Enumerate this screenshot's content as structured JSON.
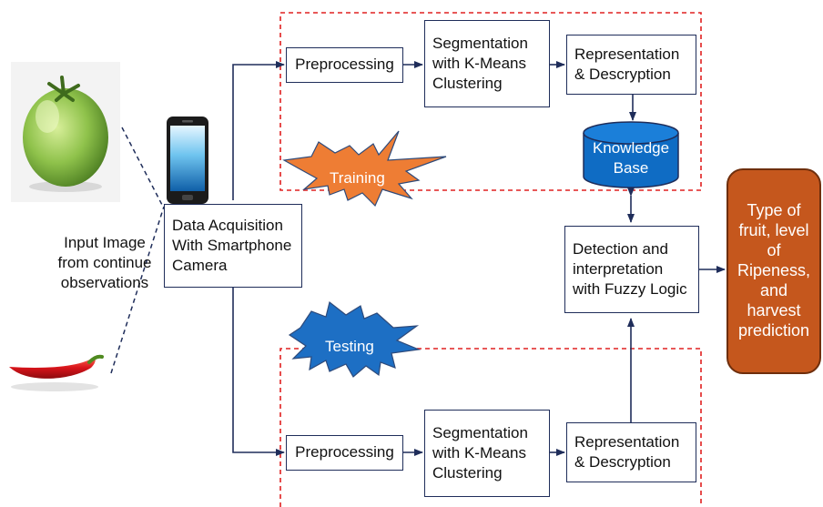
{
  "input_caption": [
    "Input Image",
    "from continue",
    "observations"
  ],
  "acquisition": [
    "Data Acquisition",
    "With Smartphone",
    "Camera"
  ],
  "training": {
    "burst_label": "Training",
    "preprocessing": "Preprocessing",
    "segmentation": [
      "Segmentation",
      "with K-Means",
      "Clustering"
    ],
    "representation": [
      "Representation",
      "& Descryption"
    ]
  },
  "knowledge_base": [
    "Knowledge",
    "Base"
  ],
  "detection": [
    "Detection and",
    "interpretation",
    "with Fuzzy Logic"
  ],
  "output": [
    "Type of",
    "fruit, level",
    "of",
    "Ripeness,",
    "and",
    "harvest",
    "prediction"
  ],
  "testing": {
    "burst_label": "Testing",
    "preprocessing": "Preprocessing",
    "segmentation": [
      "Segmentation",
      "with K-Means",
      "Clustering"
    ],
    "representation": [
      "Representation",
      "& Descryption"
    ]
  },
  "colors": {
    "line": "#1f2d5a",
    "dashed_frame": "#e02020",
    "training_burst": "#ee7d34",
    "testing_burst": "#1d6fc4",
    "knowledge_base": "#0f6cc4",
    "output_box": "#c5571d"
  }
}
